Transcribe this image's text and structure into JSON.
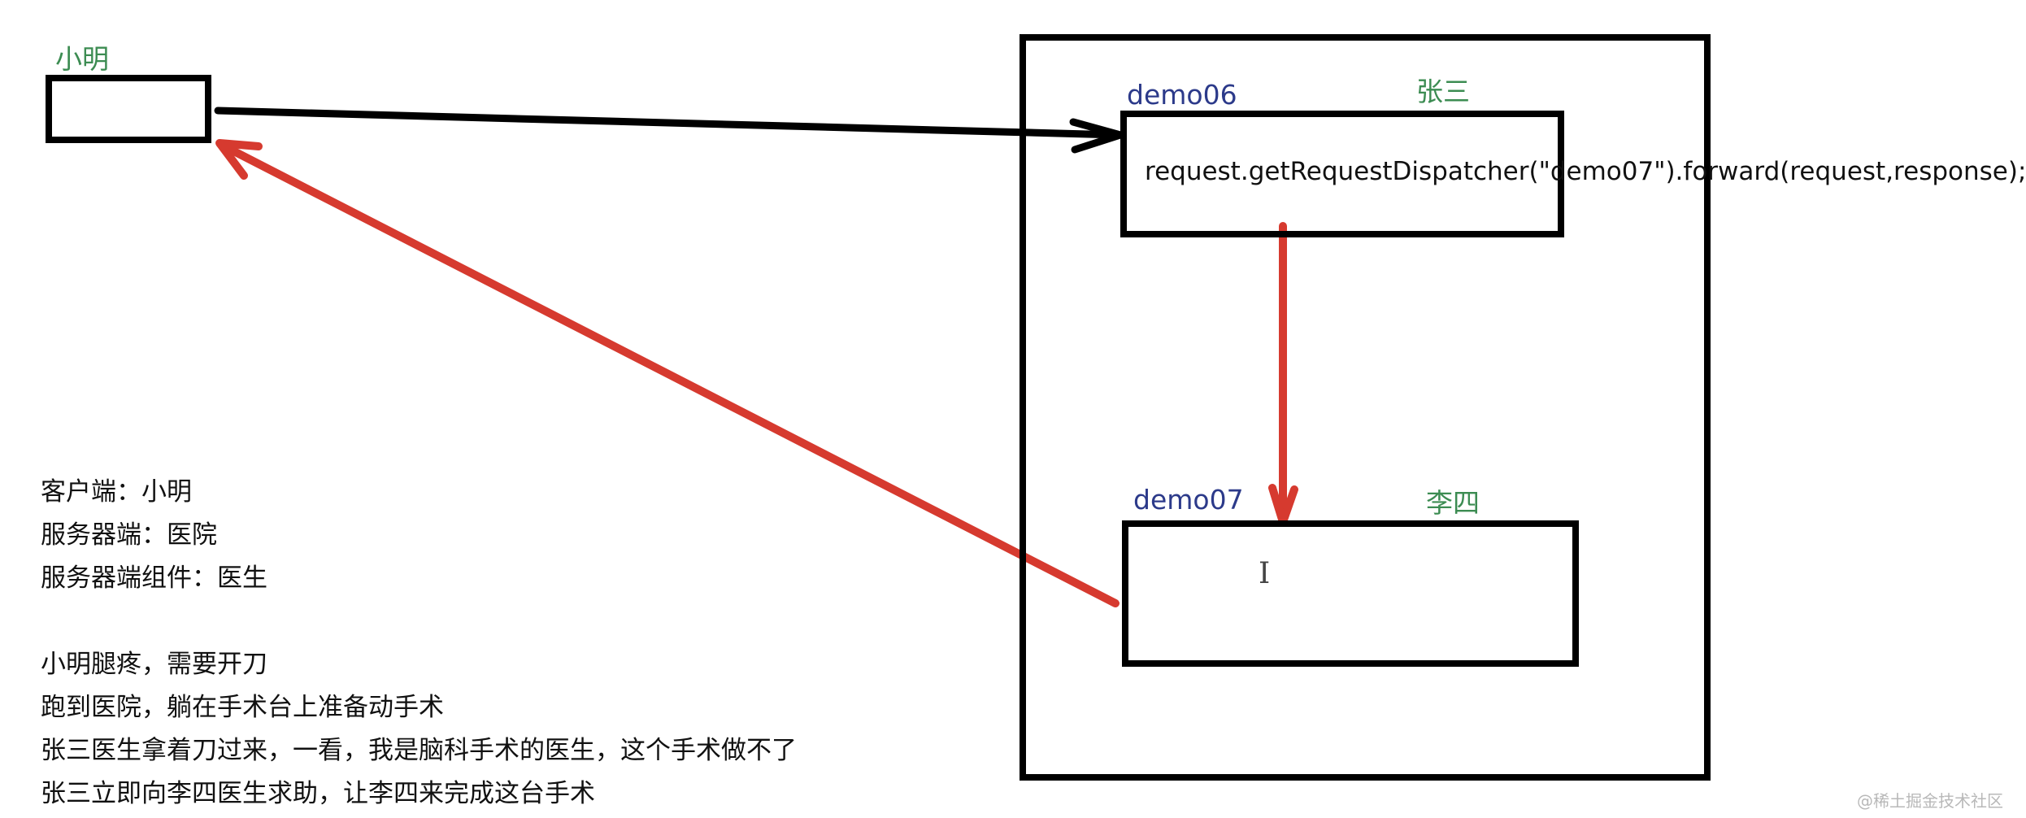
{
  "labels": {
    "client_name": "小明",
    "demo06": "demo06",
    "zhangsan": "张三",
    "demo07": "demo07",
    "lisi": "李四"
  },
  "code_line": "request.getRequestDispatcher(\"demo07\").forward(request,response);",
  "notes": [
    "客户端：小明",
    "服务器端：医院",
    "服务器端组件：医生",
    "",
    "小明腿疼，需要开刀",
    "跑到医院，躺在手术台上准备动手术",
    "张三医生拿着刀过来，一看，我是脑科手术的医生，这个手术做不了",
    "张三立即向李四医生求助，让李四来完成这台手术"
  ],
  "watermark": "@稀土掘金技术社区",
  "colors": {
    "box_border": "#000000",
    "arrow_black": "#000000",
    "arrow_red": "#d63a2f",
    "label_green": "#3c8c52",
    "label_blue": "#2c3a8a",
    "text": "#111111"
  },
  "icons": {
    "cursor": "text-cursor-icon"
  }
}
